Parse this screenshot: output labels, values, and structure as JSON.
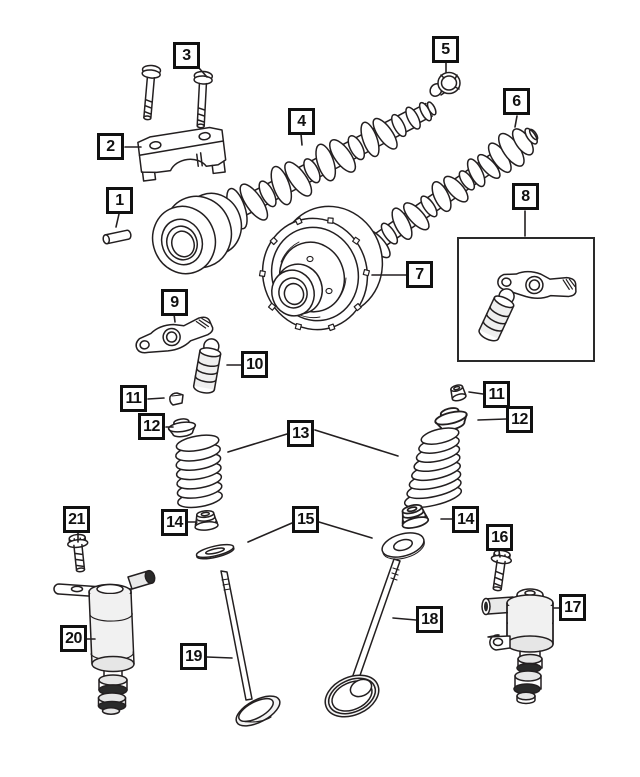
{
  "colors": {
    "ink": "#231f20",
    "background": "#ffffff",
    "shade": "#ededed",
    "dark": "#2a2a2a"
  },
  "callouts": {
    "c1": "1",
    "c2": "2",
    "c3": "3",
    "c4": "4",
    "c5": "5",
    "c6": "6",
    "c7": "7",
    "c8": "8",
    "c9": "9",
    "c10": "10",
    "c11": "11",
    "c12": "12",
    "c13": "13",
    "c14": "14",
    "c15": "15",
    "c16": "16",
    "c17": "17",
    "c18": "18",
    "c19": "19",
    "c20": "20",
    "c21": "21"
  }
}
